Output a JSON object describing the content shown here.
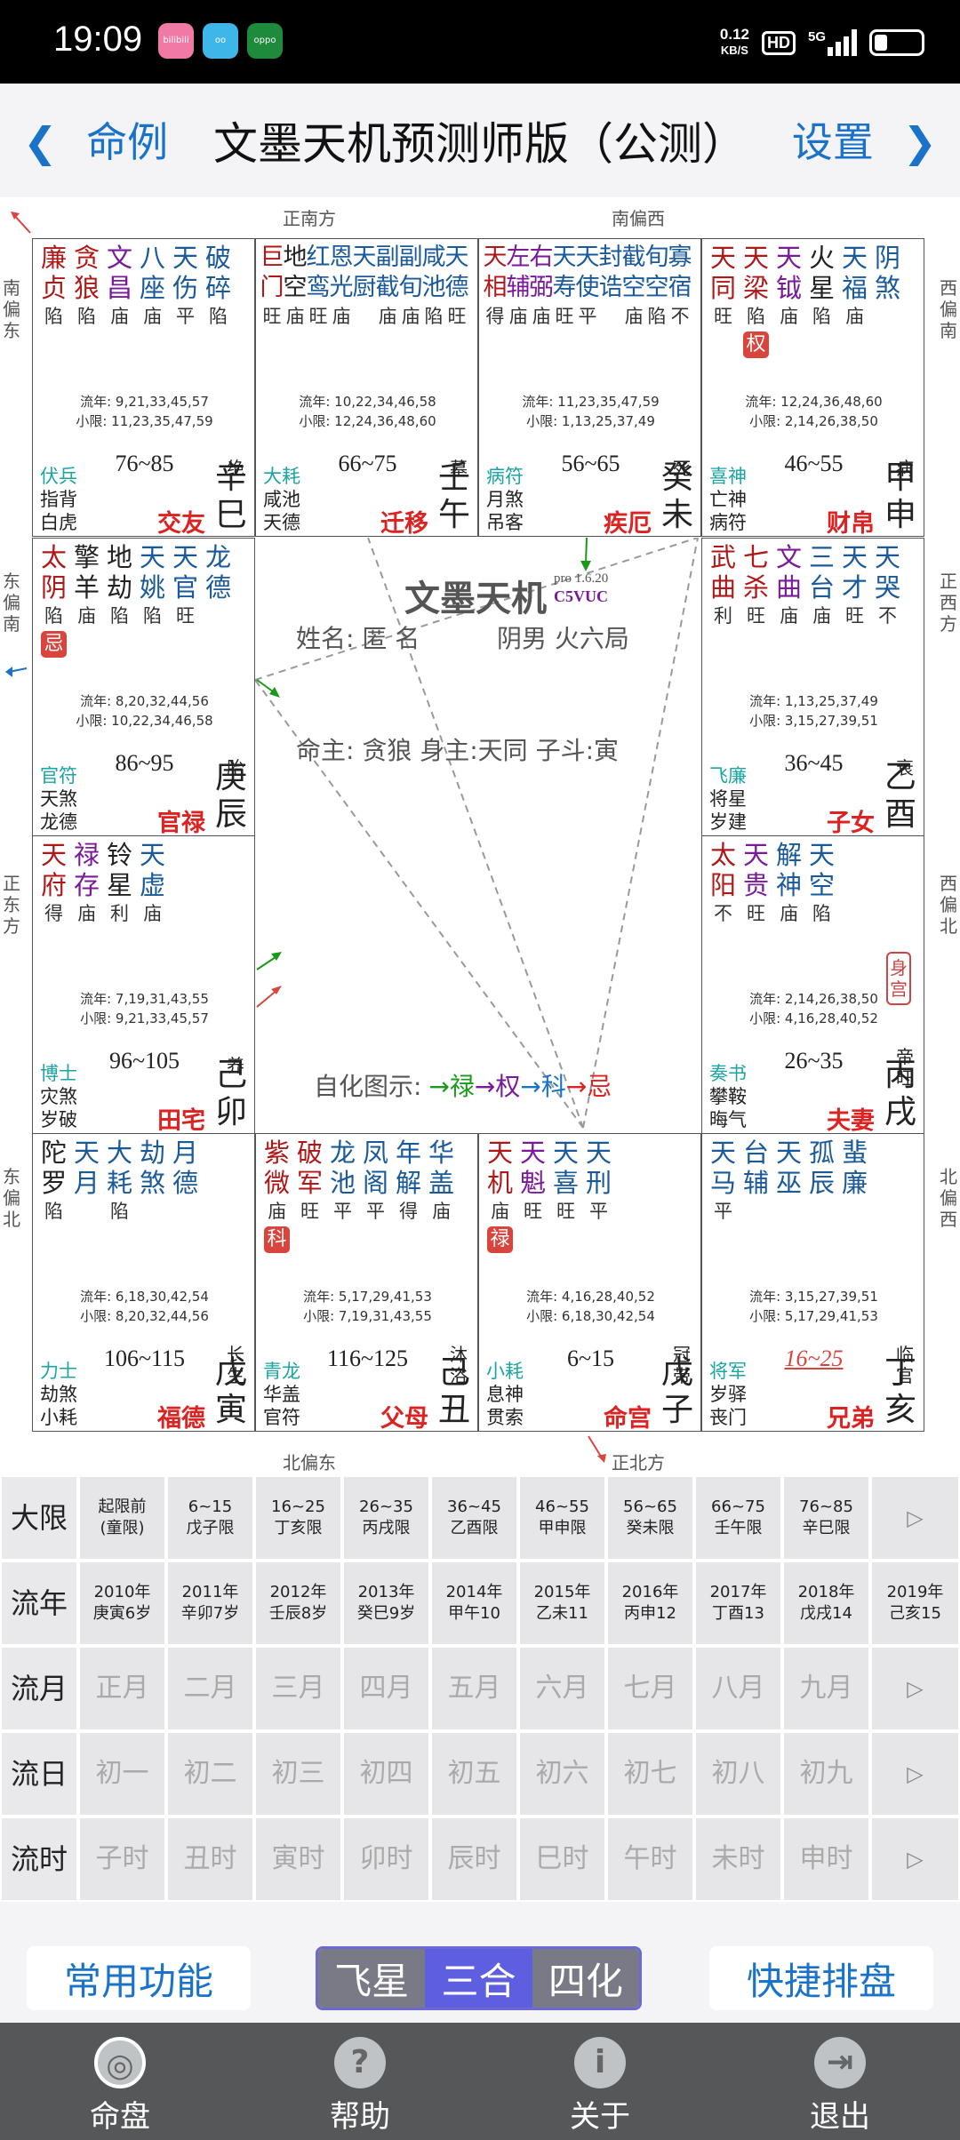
{
  "status": {
    "time": "19:09",
    "speed_value": "0.12",
    "speed_unit": "KB/S",
    "hd": "HD",
    "net": "5G",
    "app1": "bilibili",
    "app2": "oo",
    "app3": "oppo"
  },
  "header": {
    "back_label": "命例",
    "title": "文墨天机预测师版（公测）",
    "settings_label": "设置"
  },
  "chart": {
    "directions": {
      "top_left": "正南方",
      "top_right": "南偏西",
      "bottom_left": "北偏东",
      "bottom_right": "正北方",
      "left": [
        "南偏东",
        "东偏南",
        "正东方",
        "东偏北"
      ],
      "right": [
        "西偏南",
        "正西方",
        "西偏北",
        "北偏西"
      ]
    },
    "center": {
      "brand": "文墨天机",
      "version": "pro 1.6.20",
      "code": "C5VUC",
      "name_line": "姓名: 匿 名",
      "gender_line": "阴男 火六局",
      "master_line": "命主: 贪狼 身主:天同 子斗:寅",
      "self_label": "自化图示:",
      "legend": [
        {
          "t": "→禄",
          "c": "#1a9a1a"
        },
        {
          "t": "→权",
          "c": "#7a1a9a"
        },
        {
          "t": "→科",
          "c": "#1a73c8"
        },
        {
          "t": "→忌",
          "c": "#d22"
        }
      ]
    },
    "palaces": [
      {
        "pos": "r0c0",
        "stars": [
          [
            "廉",
            "贞",
            "陷",
            "#b01818",
            ""
          ],
          [
            "贪",
            "狼",
            "陷",
            "#b01818",
            ""
          ],
          [
            "文",
            "昌",
            "庙",
            "#7a1a9a",
            ""
          ],
          [
            "八",
            "座",
            "庙",
            "#1a5a9a",
            ""
          ],
          [
            "天",
            "伤",
            "平",
            "#1a5a9a",
            ""
          ],
          [
            "破",
            "碎",
            "陷",
            "#1a5a9a",
            ""
          ]
        ],
        "dense": false,
        "liunian": "流年: 9,21,33,45,57",
        "xiaoxian": "小限: 11,23,35,47,59",
        "gods": [
          "伏兵",
          "指背",
          "白虎"
        ],
        "range": "76~85",
        "life": "绝",
        "gz": "辛巳",
        "palace": "交友"
      },
      {
        "pos": "r0c1",
        "stars": [
          [
            "巨",
            "门",
            "旺",
            "#b01818",
            ""
          ],
          [
            "地",
            "空",
            "庙",
            "#222",
            ""
          ],
          [
            "红",
            "鸾",
            "旺",
            "#1a5a9a",
            ""
          ],
          [
            "恩",
            "光",
            "庙",
            "#1a5a9a",
            ""
          ],
          [
            "天",
            "厨",
            "",
            "#1a5a9a",
            ""
          ],
          [
            "副",
            "截",
            "庙",
            "#1a5a9a",
            ""
          ],
          [
            "副",
            "旬",
            "庙",
            "#1a5a9a",
            ""
          ],
          [
            "咸",
            "池",
            "陷",
            "#1a5a9a",
            ""
          ],
          [
            "天",
            "德",
            "旺",
            "#1a5a9a",
            ""
          ]
        ],
        "dense": true,
        "liunian": "流年: 10,22,34,46,58",
        "xiaoxian": "小限: 12,24,36,48,60",
        "gods": [
          "大耗",
          "咸池",
          "天德"
        ],
        "range": "66~75",
        "life": "墓",
        "gz": "壬午",
        "palace": "迁移"
      },
      {
        "pos": "r0c2",
        "stars": [
          [
            "天",
            "相",
            "得",
            "#b01818",
            ""
          ],
          [
            "左",
            "辅",
            "庙",
            "#7a1a9a",
            ""
          ],
          [
            "右",
            "弼",
            "庙",
            "#7a1a9a",
            ""
          ],
          [
            "天",
            "寿",
            "旺",
            "#1a5a9a",
            ""
          ],
          [
            "天",
            "使",
            "平",
            "#1a5a9a",
            ""
          ],
          [
            "封",
            "诰",
            "",
            "#1a5a9a",
            ""
          ],
          [
            "截",
            "空",
            "庙",
            "#1a5a9a",
            ""
          ],
          [
            "旬",
            "空",
            "陷",
            "#1a5a9a",
            ""
          ],
          [
            "寡",
            "宿",
            "不",
            "#1a5a9a",
            ""
          ]
        ],
        "dense": true,
        "liunian": "流年: 11,23,35,47,59",
        "xiaoxian": "小限: 1,13,25,37,49",
        "gods": [
          "病符",
          "月煞",
          "吊客"
        ],
        "range": "56~65",
        "life": "死",
        "gz": "癸未",
        "palace": "疾厄"
      },
      {
        "pos": "r0c3",
        "stars": [
          [
            "天",
            "同",
            "旺",
            "#b01818",
            ""
          ],
          [
            "天",
            "梁",
            "陷",
            "#b01818",
            "权"
          ],
          [
            "天",
            "钺",
            "庙",
            "#7a1a9a",
            ""
          ],
          [
            "火",
            "星",
            "陷",
            "#222",
            ""
          ],
          [
            "天",
            "福",
            "庙",
            "#1a5a9a",
            ""
          ],
          [
            "阴",
            "煞",
            "",
            "#1a5a9a",
            ""
          ]
        ],
        "dense": false,
        "liunian": "流年: 12,24,36,48,60",
        "xiaoxian": "小限: 2,14,26,38,50",
        "gods": [
          "喜神",
          "亡神",
          "病符"
        ],
        "range": "46~55",
        "life": "病",
        "gz": "甲申",
        "palace": "财帛"
      },
      {
        "pos": "r1c0",
        "stars": [
          [
            "太",
            "阴",
            "陷",
            "#b01818",
            "忌"
          ],
          [
            "擎",
            "羊",
            "庙",
            "#222",
            ""
          ],
          [
            "地",
            "劫",
            "陷",
            "#222",
            ""
          ],
          [
            "天",
            "姚",
            "陷",
            "#1a5a9a",
            ""
          ],
          [
            "天",
            "官",
            "旺",
            "#1a5a9a",
            ""
          ],
          [
            "龙",
            "德",
            "",
            "#1a5a9a",
            ""
          ]
        ],
        "dense": false,
        "liunian": "流年: 8,20,32,44,56",
        "xiaoxian": "小限: 10,22,34,46,58",
        "gods": [
          "官符",
          "天煞",
          "龙德"
        ],
        "range": "86~95",
        "life": "胎",
        "gz": "庚辰",
        "palace": "官禄"
      },
      {
        "pos": "r1c3",
        "stars": [
          [
            "武",
            "曲",
            "利",
            "#b01818",
            ""
          ],
          [
            "七",
            "杀",
            "旺",
            "#b01818",
            ""
          ],
          [
            "文",
            "曲",
            "庙",
            "#7a1a9a",
            ""
          ],
          [
            "三",
            "台",
            "庙",
            "#1a5a9a",
            ""
          ],
          [
            "天",
            "才",
            "旺",
            "#1a5a9a",
            ""
          ],
          [
            "天",
            "哭",
            "不",
            "#1a5a9a",
            ""
          ]
        ],
        "dense": false,
        "liunian": "流年: 1,13,25,37,49",
        "xiaoxian": "小限: 3,15,27,39,51",
        "gods": [
          "飞廉",
          "将星",
          "岁建"
        ],
        "range": "36~45",
        "life": "衰",
        "gz": "乙酉",
        "palace": "子女"
      },
      {
        "pos": "r2c0",
        "stars": [
          [
            "天",
            "府",
            "得",
            "#b01818",
            ""
          ],
          [
            "禄",
            "存",
            "庙",
            "#7a1a9a",
            ""
          ],
          [
            "铃",
            "星",
            "利",
            "#222",
            ""
          ],
          [
            "天",
            "虚",
            "庙",
            "#1a5a9a",
            ""
          ]
        ],
        "dense": false,
        "liunian": "流年: 7,19,31,43,55",
        "xiaoxian": "小限: 9,21,33,45,57",
        "gods": [
          "博士",
          "灾煞",
          "岁破"
        ],
        "range": "96~105",
        "life": "养",
        "gz": "己卯",
        "palace": "田宅"
      },
      {
        "pos": "r2c3",
        "stars": [
          [
            "太",
            "阳",
            "不",
            "#b01818",
            ""
          ],
          [
            "天",
            "贵",
            "旺",
            "#7a1a9a",
            ""
          ],
          [
            "解",
            "神",
            "庙",
            "#1a5a9a",
            ""
          ],
          [
            "天",
            "空",
            "陷",
            "#1a5a9a",
            ""
          ]
        ],
        "dense": false,
        "liunian": "流年: 2,14,26,38,50",
        "xiaoxian": "小限: 4,16,28,40,52",
        "gods": [
          "奏书",
          "攀鞍",
          "晦气"
        ],
        "range": "26~35",
        "life": "帝旺",
        "gz": "丙戌",
        "palace": "夫妻",
        "badge": "身宫"
      },
      {
        "pos": "r3c0",
        "stars": [
          [
            "陀",
            "罗",
            "陷",
            "#222",
            ""
          ],
          [
            "天",
            "月",
            "",
            "#1a5a9a",
            ""
          ],
          [
            "大",
            "耗",
            "陷",
            "#1a5a9a",
            ""
          ],
          [
            "劫",
            "煞",
            "",
            "#1a5a9a",
            ""
          ],
          [
            "月",
            "德",
            "",
            "#1a5a9a",
            ""
          ]
        ],
        "dense": false,
        "liunian": "流年: 6,18,30,42,54",
        "xiaoxian": "小限: 8,20,32,44,56",
        "gods": [
          "力士",
          "劫煞",
          "小耗"
        ],
        "range": "106~115",
        "life": "长生",
        "gz": "戊寅",
        "palace": "福德"
      },
      {
        "pos": "r3c1",
        "stars": [
          [
            "紫",
            "微",
            "庙",
            "#b01818",
            "科"
          ],
          [
            "破",
            "军",
            "旺",
            "#b01818",
            ""
          ],
          [
            "龙",
            "池",
            "平",
            "#1a5a9a",
            ""
          ],
          [
            "凤",
            "阁",
            "平",
            "#1a5a9a",
            ""
          ],
          [
            "年",
            "解",
            "得",
            "#1a5a9a",
            ""
          ],
          [
            "华",
            "盖",
            "庙",
            "#1a5a9a",
            ""
          ]
        ],
        "dense": false,
        "liunian": "流年: 5,17,29,41,53",
        "xiaoxian": "小限: 7,19,31,43,55",
        "gods": [
          "青龙",
          "华盖",
          "官符"
        ],
        "range": "116~125",
        "life": "沐浴",
        "gz": "己丑",
        "palace": "父母"
      },
      {
        "pos": "r3c2",
        "stars": [
          [
            "天",
            "机",
            "庙",
            "#b01818",
            "禄"
          ],
          [
            "天",
            "魁",
            "旺",
            "#7a1a9a",
            ""
          ],
          [
            "天",
            "喜",
            "旺",
            "#1a5a9a",
            ""
          ],
          [
            "天",
            "刑",
            "平",
            "#1a5a9a",
            ""
          ]
        ],
        "dense": false,
        "liunian": "流年: 4,16,28,40,52",
        "xiaoxian": "小限: 6,18,30,42,54",
        "gods": [
          "小耗",
          "息神",
          "贯索"
        ],
        "range": "6~15",
        "life": "冠带",
        "gz": "戊子",
        "palace": "命宫"
      },
      {
        "pos": "r3c3",
        "stars": [
          [
            "天",
            "马",
            "平",
            "#1a5a9a",
            ""
          ],
          [
            "台",
            "辅",
            "",
            "#1a5a9a",
            ""
          ],
          [
            "天",
            "巫",
            "",
            "#1a5a9a",
            ""
          ],
          [
            "孤",
            "辰",
            "",
            "#1a5a9a",
            ""
          ],
          [
            "蜚",
            "廉",
            "",
            "#1a5a9a",
            ""
          ]
        ],
        "dense": false,
        "liunian": "流年: 3,15,27,39,51",
        "xiaoxian": "小限: 5,17,29,41,53",
        "gods": [
          "将军",
          "岁驿",
          "丧门"
        ],
        "range": "16~25",
        "life": "临官",
        "gz": "丁亥",
        "palace": "兄弟",
        "range_current": true
      }
    ]
  },
  "grid": {
    "rows": [
      {
        "label": "大限",
        "cells": [
          [
            "起限前",
            "(童限)"
          ],
          [
            "6~15",
            "戊子限"
          ],
          [
            "16~25",
            "丁亥限"
          ],
          [
            "26~35",
            "丙戌限"
          ],
          [
            "36~45",
            "乙酉限"
          ],
          [
            "46~55",
            "甲申限"
          ],
          [
            "56~65",
            "癸未限"
          ],
          [
            "66~75",
            "壬午限"
          ],
          [
            "76~85",
            "辛巳限"
          ],
          [
            "▷",
            ""
          ]
        ]
      },
      {
        "label": "流年",
        "cells": [
          [
            "2010年",
            "庚寅6岁"
          ],
          [
            "2011年",
            "辛卯7岁"
          ],
          [
            "2012年",
            "壬辰8岁"
          ],
          [
            "2013年",
            "癸巳9岁"
          ],
          [
            "2014年",
            "甲午10"
          ],
          [
            "2015年",
            "乙未11"
          ],
          [
            "2016年",
            "丙申12"
          ],
          [
            "2017年",
            "丁酉13"
          ],
          [
            "2018年",
            "戊戌14"
          ],
          [
            "2019年",
            "己亥15"
          ]
        ]
      },
      {
        "label": "流月",
        "cells": [
          [
            "正月",
            ""
          ],
          [
            "二月",
            ""
          ],
          [
            "三月",
            ""
          ],
          [
            "四月",
            ""
          ],
          [
            "五月",
            ""
          ],
          [
            "六月",
            ""
          ],
          [
            "七月",
            ""
          ],
          [
            "八月",
            ""
          ],
          [
            "九月",
            ""
          ],
          [
            "▷",
            ""
          ]
        ]
      },
      {
        "label": "流日",
        "cells": [
          [
            "初一",
            ""
          ],
          [
            "初二",
            ""
          ],
          [
            "初三",
            ""
          ],
          [
            "初四",
            ""
          ],
          [
            "初五",
            ""
          ],
          [
            "初六",
            ""
          ],
          [
            "初七",
            ""
          ],
          [
            "初八",
            ""
          ],
          [
            "初九",
            ""
          ],
          [
            "▷",
            ""
          ]
        ]
      },
      {
        "label": "流时",
        "cells": [
          [
            "子时",
            ""
          ],
          [
            "丑时",
            ""
          ],
          [
            "寅时",
            ""
          ],
          [
            "卯时",
            ""
          ],
          [
            "辰时",
            ""
          ],
          [
            "巳时",
            ""
          ],
          [
            "午时",
            ""
          ],
          [
            "未时",
            ""
          ],
          [
            "申时",
            ""
          ],
          [
            "▷",
            ""
          ]
        ]
      }
    ]
  },
  "actions": {
    "common": "常用功能",
    "seg": [
      "飞星",
      "三合",
      "四化"
    ],
    "seg_active": 1,
    "quick": "快捷排盘"
  },
  "tabs": [
    {
      "label": "命盘",
      "icon": "◎"
    },
    {
      "label": "帮助",
      "icon": "?"
    },
    {
      "label": "关于",
      "icon": "i"
    },
    {
      "label": "退出",
      "icon": "⇥"
    }
  ],
  "colors": {
    "accent": "#1a73c8",
    "hua_lu": "#d9453d",
    "hua_quan": "#d9453d",
    "hua_ke": "#d9453d",
    "hua_ji": "#d9453d",
    "segment_active": "#5d5ee0"
  }
}
